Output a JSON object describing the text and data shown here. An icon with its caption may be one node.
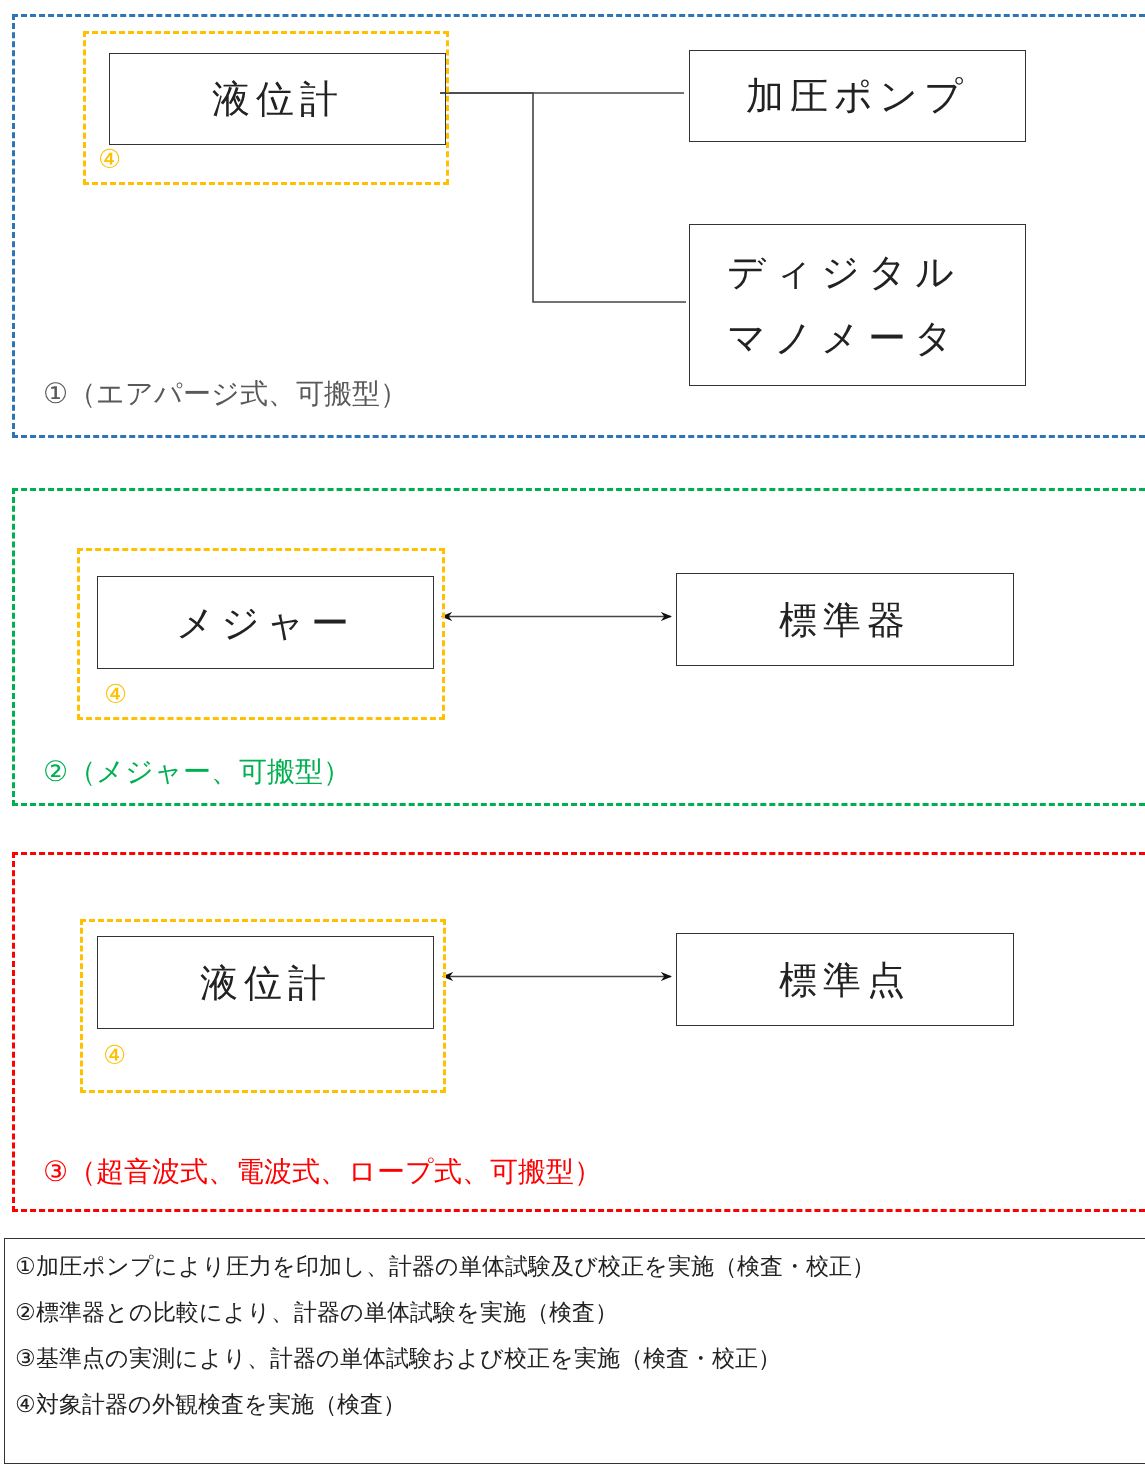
{
  "diagram": {
    "nodes": [
      {
        "text": [
          "①（エアパージ式、可搬型）"
        ]
      },
      {
        "text": [
          "④"
        ],
        "in": 0
      },
      {
        "text": [
          "液位計"
        ],
        "in": 1
      },
      {
        "text": [
          "加圧ポンプ"
        ],
        "in": 0
      },
      {
        "text": [
          "ディジタルマノメータ"
        ],
        "in": 0
      },
      {
        "text": [
          "②（メジャー、可搬型）"
        ]
      },
      {
        "text": [
          "④"
        ],
        "in": 5
      },
      {
        "text": [
          "メジャー"
        ],
        "in": 6
      },
      {
        "text": [
          "標準器"
        ],
        "in": 5
      },
      {
        "text": [
          "③（超音波式、電波式、ロープ式、可搬型）"
        ]
      },
      {
        "text": [
          "④"
        ],
        "in": 9
      },
      {
        "text": [
          "液位計"
        ],
        "in": 10
      },
      {
        "text": [
          "標準点"
        ],
        "in": 9
      },
      {
        "text": [
          "①加圧ポンプにより圧力を印加し、計器の単体試験及び校正を実施（検査・校正）",
          "②標準器との比較により、計器の単体試験を実施（検査）",
          "③基準点の実測により、計器の単体試験および校正を実施（検査・校正）",
          "④対象計器の外観検査を実施（検査）"
        ]
      }
    ],
    "edges": [
      {
        "from": 2,
        "to": 3,
        "arrow": "none"
      },
      {
        "from": 2,
        "to": 4,
        "arrow": "none"
      },
      {
        "from": 6,
        "to": 8,
        "arrow": "both"
      },
      {
        "from": 10,
        "to": 12,
        "arrow": "both"
      }
    ]
  }
}
